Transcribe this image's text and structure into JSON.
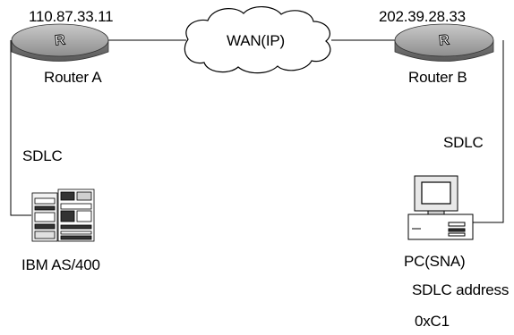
{
  "routerA": {
    "ip": "110.87.33.11",
    "name": "Router A",
    "link_label": "SDLC",
    "badge": "R"
  },
  "routerB": {
    "ip": "202.39.28.33",
    "name": "Router B",
    "link_label": "SDLC",
    "badge": "R"
  },
  "wan": {
    "label": "WAN(IP)"
  },
  "host": {
    "name": "IBM AS/400"
  },
  "pc": {
    "name": "PC(SNA)",
    "address_label": "SDLC address",
    "address_value": "0xC1"
  }
}
